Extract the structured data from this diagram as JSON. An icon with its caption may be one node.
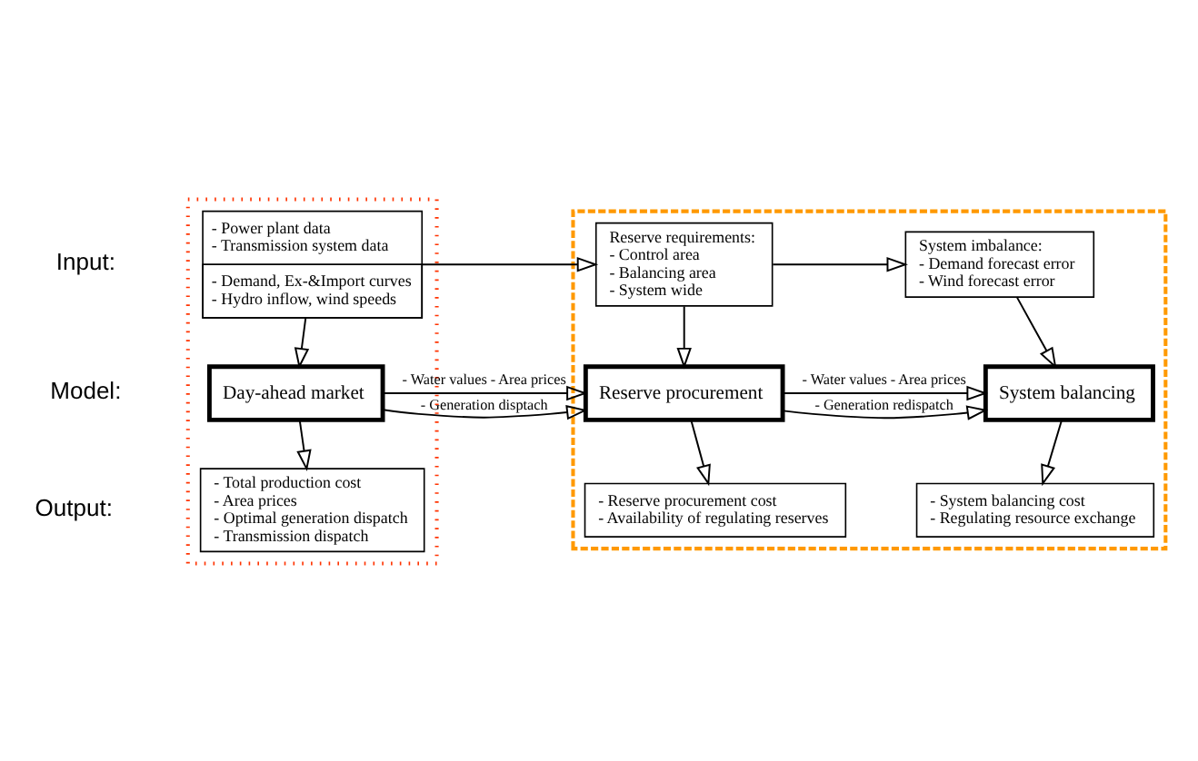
{
  "diagram": {
    "nodes": [
      {
        "text": [],
        "shape": "box"
      },
      {
        "text": [],
        "shape": "box"
      },
      {
        "text": [
          "- Power plant data - Transmission system data",
          "- Demand, Ex-&Import curves - Hydro inflow, wind speeds"
        ],
        "in": 0
      },
      {
        "text": [
          "Reserve requirements:",
          "- Control area - Balancing area - System wide"
        ],
        "in": 1
      },
      {
        "text": [
          "System imbalance:",
          "- Demand forecast error - Wind forecast error"
        ],
        "in": 1
      },
      {
        "text": [
          "Day-ahead market"
        ],
        "in": 0
      },
      {
        "text": [
          "Reserve procurement"
        ],
        "in": 1
      },
      {
        "text": [
          "System balancing"
        ],
        "in": 1
      },
      {
        "text": [
          "- Total production cost - Area prices - Optimal generation dispatch - Transmission dispatch"
        ],
        "in": 0
      },
      {
        "text": [
          "- Reserve procurement cost - Availability of regulating reserves"
        ],
        "in": 1
      },
      {
        "text": [
          "- System balancing cost - Regulating resource exchange"
        ],
        "in": 1
      }
    ],
    "edges": [
      {
        "from": 2,
        "to": 3,
        "arrow": "to"
      },
      {
        "from": 3,
        "to": 4,
        "arrow": "to"
      },
      {
        "from": 2,
        "to": 5,
        "arrow": "to"
      },
      {
        "from": 3,
        "to": 6,
        "arrow": "to"
      },
      {
        "from": 4,
        "to": 7,
        "arrow": "to"
      },
      {
        "from": 5,
        "to": 6,
        "arrow": "to",
        "label": "- Generation disptach"
      },
      {
        "from": 5,
        "to": 6,
        "arrow": "to",
        "label": "- Water values - Area prices"
      },
      {
        "from": 6,
        "to": 7,
        "arrow": "to",
        "label": "- Generation redispatch"
      },
      {
        "from": 6,
        "to": 7,
        "arrow": "to",
        "label": "- Water values - Area prices"
      },
      {
        "from": 5,
        "to": 8,
        "arrow": "to"
      },
      {
        "from": 6,
        "to": 9,
        "arrow": "to"
      },
      {
        "from": 7,
        "to": 10,
        "arrow": "to"
      }
    ],
    "labels": [
      "Input:",
      "Model:",
      "Output:"
    ]
  }
}
